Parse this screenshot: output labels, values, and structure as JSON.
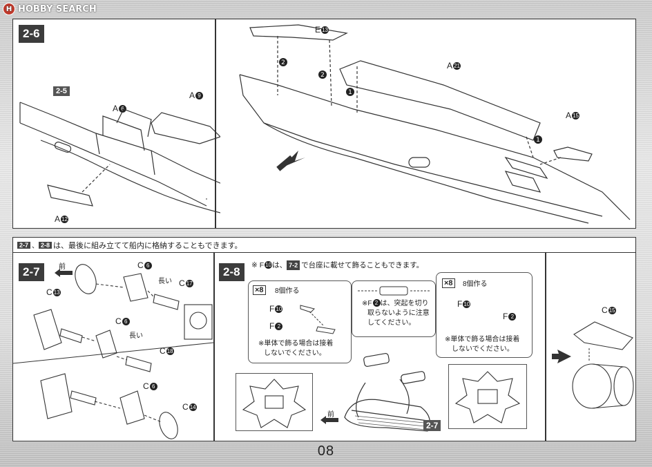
{
  "watermark": {
    "badge": "H",
    "text": "HOBBY SEARCH"
  },
  "top_panel": {
    "step": "2-6",
    "ref_step": "2-5",
    "labels": {
      "A6": "A",
      "A6n": "6",
      "A9": "A",
      "A9n": "9",
      "A12": "A",
      "A12n": "12",
      "E13": "E",
      "E13n": "13",
      "A21": "A",
      "A21n": "21",
      "A15": "A",
      "A15n": "15"
    },
    "arrow_nums": {
      "one": "1",
      "two": "2"
    }
  },
  "bottom_panel": {
    "strip": {
      "tag1": "2-7",
      "tag2": "2-8",
      "text": "は、最後に組み立てて船内に格納することもできます。"
    },
    "step27": {
      "step": "2-7",
      "front": "前",
      "c6": "C",
      "c6n": "6",
      "c13": "C",
      "c13n": "13",
      "c17": "C",
      "c17n": "17",
      "c18": "C",
      "c18n": "18",
      "c14": "C",
      "c14n": "14",
      "long": "長い"
    },
    "step28": {
      "step": "2-8",
      "top_note_prefix": "※ F",
      "top_note_num": "10",
      "top_note_mid": "は、",
      "top_note_tag": "7-2",
      "top_note_suffix": "で台座に載せて飾ることもできます。",
      "x8": "×8",
      "make8": "8個作る",
      "f10": "F",
      "f10n": "10",
      "f2": "F",
      "f2n": "2",
      "single_note_l1": "※単体で飾る場合は接着",
      "single_note_l2": "しないでください。",
      "caution_l1": "※F",
      "caution_num": "2",
      "caution_l1b": "は、突起を切り",
      "caution_l2": "取らないように注意",
      "caution_l3": "してください。",
      "front": "前",
      "ref27": "2-7",
      "c15": "C",
      "c15n": "15"
    }
  },
  "page_number": "08"
}
